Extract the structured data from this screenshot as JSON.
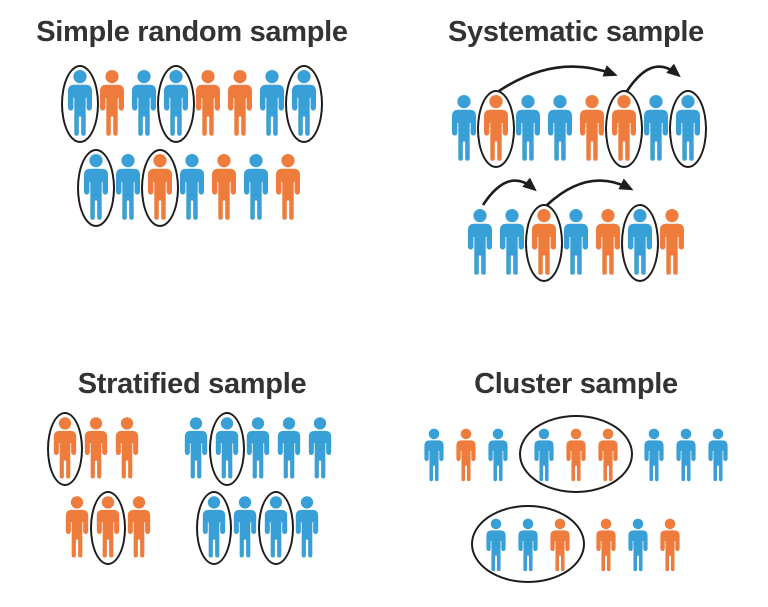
{
  "background": "#ffffff",
  "title_color": "#333333",
  "outline_color": "#1d1d1d",
  "icon_colors": {
    "blue": "#38A0D6",
    "orange": "#EE7C3C"
  },
  "panels": [
    {
      "key": "simple-random",
      "title": "Simple random sample",
      "type": "flat",
      "rows": [
        {
          "people": [
            {
              "color": "blue",
              "circled": true
            },
            {
              "color": "orange",
              "circled": false
            },
            {
              "color": "blue",
              "circled": false
            },
            {
              "color": "blue",
              "circled": true
            },
            {
              "color": "orange",
              "circled": false
            },
            {
              "color": "orange",
              "circled": false
            },
            {
              "color": "blue",
              "circled": false
            },
            {
              "color": "blue",
              "circled": true
            }
          ]
        },
        {
          "people": [
            {
              "color": "blue",
              "circled": true
            },
            {
              "color": "blue",
              "circled": false
            },
            {
              "color": "orange",
              "circled": true
            },
            {
              "color": "blue",
              "circled": false
            },
            {
              "color": "orange",
              "circled": false
            },
            {
              "color": "blue",
              "circled": false
            },
            {
              "color": "orange",
              "circled": false
            }
          ]
        }
      ]
    },
    {
      "key": "systematic",
      "title": "Systematic sample",
      "type": "flat",
      "rows": [
        {
          "arrows": [
            {
              "from_index": 1,
              "to_index": 5
            },
            {
              "from_index": 5,
              "to_index": 7
            }
          ],
          "people": [
            {
              "color": "blue",
              "circled": false
            },
            {
              "color": "orange",
              "circled": true
            },
            {
              "color": "blue",
              "circled": false
            },
            {
              "color": "blue",
              "circled": false
            },
            {
              "color": "orange",
              "circled": false
            },
            {
              "color": "orange",
              "circled": true
            },
            {
              "color": "blue",
              "circled": false
            },
            {
              "color": "blue",
              "circled": true
            }
          ]
        },
        {
          "arrows": [
            {
              "from_index": 0,
              "to_index": 2
            },
            {
              "from_index": 2,
              "to_index": 5
            }
          ],
          "people": [
            {
              "color": "blue",
              "circled": false
            },
            {
              "color": "blue",
              "circled": false
            },
            {
              "color": "orange",
              "circled": true
            },
            {
              "color": "blue",
              "circled": false
            },
            {
              "color": "orange",
              "circled": false
            },
            {
              "color": "blue",
              "circled": true
            },
            {
              "color": "orange",
              "circled": false
            }
          ]
        }
      ]
    },
    {
      "key": "stratified",
      "title": "Stratified sample",
      "type": "grouped",
      "rows": [
        {
          "groups": [
            {
              "people": [
                {
                  "color": "orange",
                  "circled": true
                },
                {
                  "color": "orange",
                  "circled": false
                },
                {
                  "color": "orange",
                  "circled": false
                }
              ]
            },
            {
              "people": [
                {
                  "color": "blue",
                  "circled": false
                },
                {
                  "color": "blue",
                  "circled": true
                },
                {
                  "color": "blue",
                  "circled": false
                },
                {
                  "color": "blue",
                  "circled": false
                },
                {
                  "color": "blue",
                  "circled": false
                }
              ]
            }
          ]
        },
        {
          "groups": [
            {
              "people": [
                {
                  "color": "orange",
                  "circled": false
                },
                {
                  "color": "orange",
                  "circled": true
                },
                {
                  "color": "orange",
                  "circled": false
                }
              ]
            },
            {
              "people": [
                {
                  "color": "blue",
                  "circled": true
                },
                {
                  "color": "blue",
                  "circled": false
                },
                {
                  "color": "blue",
                  "circled": true
                },
                {
                  "color": "blue",
                  "circled": false
                }
              ]
            }
          ]
        }
      ]
    },
    {
      "key": "cluster",
      "title": "Cluster sample",
      "type": "cluster",
      "rows": [
        {
          "segments": [
            {
              "circled": false,
              "people": [
                {
                  "color": "blue"
                },
                {
                  "color": "orange"
                },
                {
                  "color": "blue"
                }
              ]
            },
            {
              "circled": true,
              "people": [
                {
                  "color": "blue"
                },
                {
                  "color": "orange"
                },
                {
                  "color": "orange"
                }
              ]
            },
            {
              "circled": false,
              "people": [
                {
                  "color": "blue"
                },
                {
                  "color": "blue"
                },
                {
                  "color": "blue"
                }
              ]
            }
          ]
        },
        {
          "segments": [
            {
              "circled": true,
              "people": [
                {
                  "color": "blue"
                },
                {
                  "color": "blue"
                },
                {
                  "color": "orange"
                }
              ]
            },
            {
              "circled": false,
              "people": [
                {
                  "color": "orange"
                },
                {
                  "color": "blue"
                },
                {
                  "color": "orange"
                }
              ]
            }
          ]
        }
      ]
    }
  ]
}
